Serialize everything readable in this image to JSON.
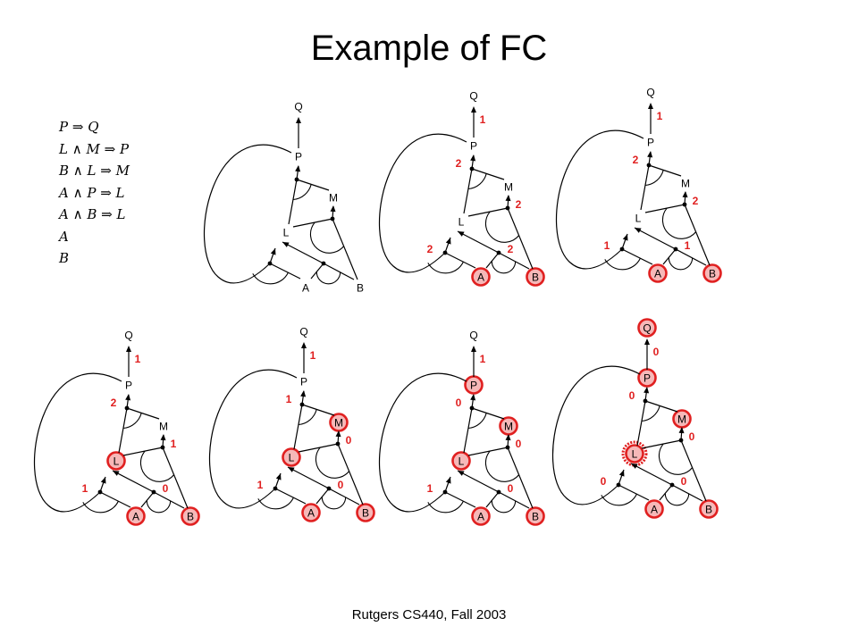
{
  "slide": {
    "title": "Example of FC",
    "footer": "Rutgers CS440, Fall 2003"
  },
  "knowledge_base": [
    "P ⇒ Q",
    "L ∧ M ⇒ P",
    "B ∧ L ⇒ M",
    "A ∧ P ⇒ L",
    "A ∧ B ⇒ L",
    "A",
    "B"
  ],
  "nodes": [
    "Q",
    "P",
    "M",
    "L",
    "A",
    "B"
  ],
  "counters": [
    "P",
    "M",
    "L_AP",
    "L_AB"
  ],
  "colors": {
    "count_text": "#e02020",
    "inferred_circle": "#e02020",
    "inferred_fill": "#f6b8b8",
    "line": "#000000"
  },
  "steps": [
    {
      "name": "initial",
      "inferred": [],
      "counts": null,
      "glow": null
    },
    {
      "name": "agenda A,B",
      "inferred": [
        "A",
        "B"
      ],
      "counts": {
        "Q": "1",
        "P": "2",
        "M": "2",
        "L_AP": "2",
        "L_AB": "2"
      },
      "glow": null
    },
    {
      "name": "process A",
      "inferred": [
        "A",
        "B"
      ],
      "counts": {
        "Q": "1",
        "P": "2",
        "M": "2",
        "L_AP": "1",
        "L_AB": "1"
      },
      "glow": null
    },
    {
      "name": "process B",
      "inferred": [
        "A",
        "B",
        "L"
      ],
      "counts": {
        "Q": "1",
        "P": "2",
        "M": "1",
        "L_AP": "1",
        "L_AB": "0"
      },
      "glow": null
    },
    {
      "name": "process L",
      "inferred": [
        "A",
        "B",
        "L",
        "M"
      ],
      "counts": {
        "Q": "1",
        "P": "1",
        "M": "0",
        "L_AP": "1",
        "L_AB": "0"
      },
      "glow": null
    },
    {
      "name": "process M",
      "inferred": [
        "A",
        "B",
        "L",
        "M",
        "P"
      ],
      "counts": {
        "Q": "1",
        "P": "0",
        "M": "0",
        "L_AP": "1",
        "L_AB": "0"
      },
      "glow": null
    },
    {
      "name": "process P",
      "inferred": [
        "A",
        "B",
        "L",
        "M",
        "P",
        "Q"
      ],
      "counts": {
        "Q": "0",
        "P": "0",
        "M": "0",
        "L_AP": "0",
        "L_AB": "0"
      },
      "glow": "L"
    }
  ]
}
